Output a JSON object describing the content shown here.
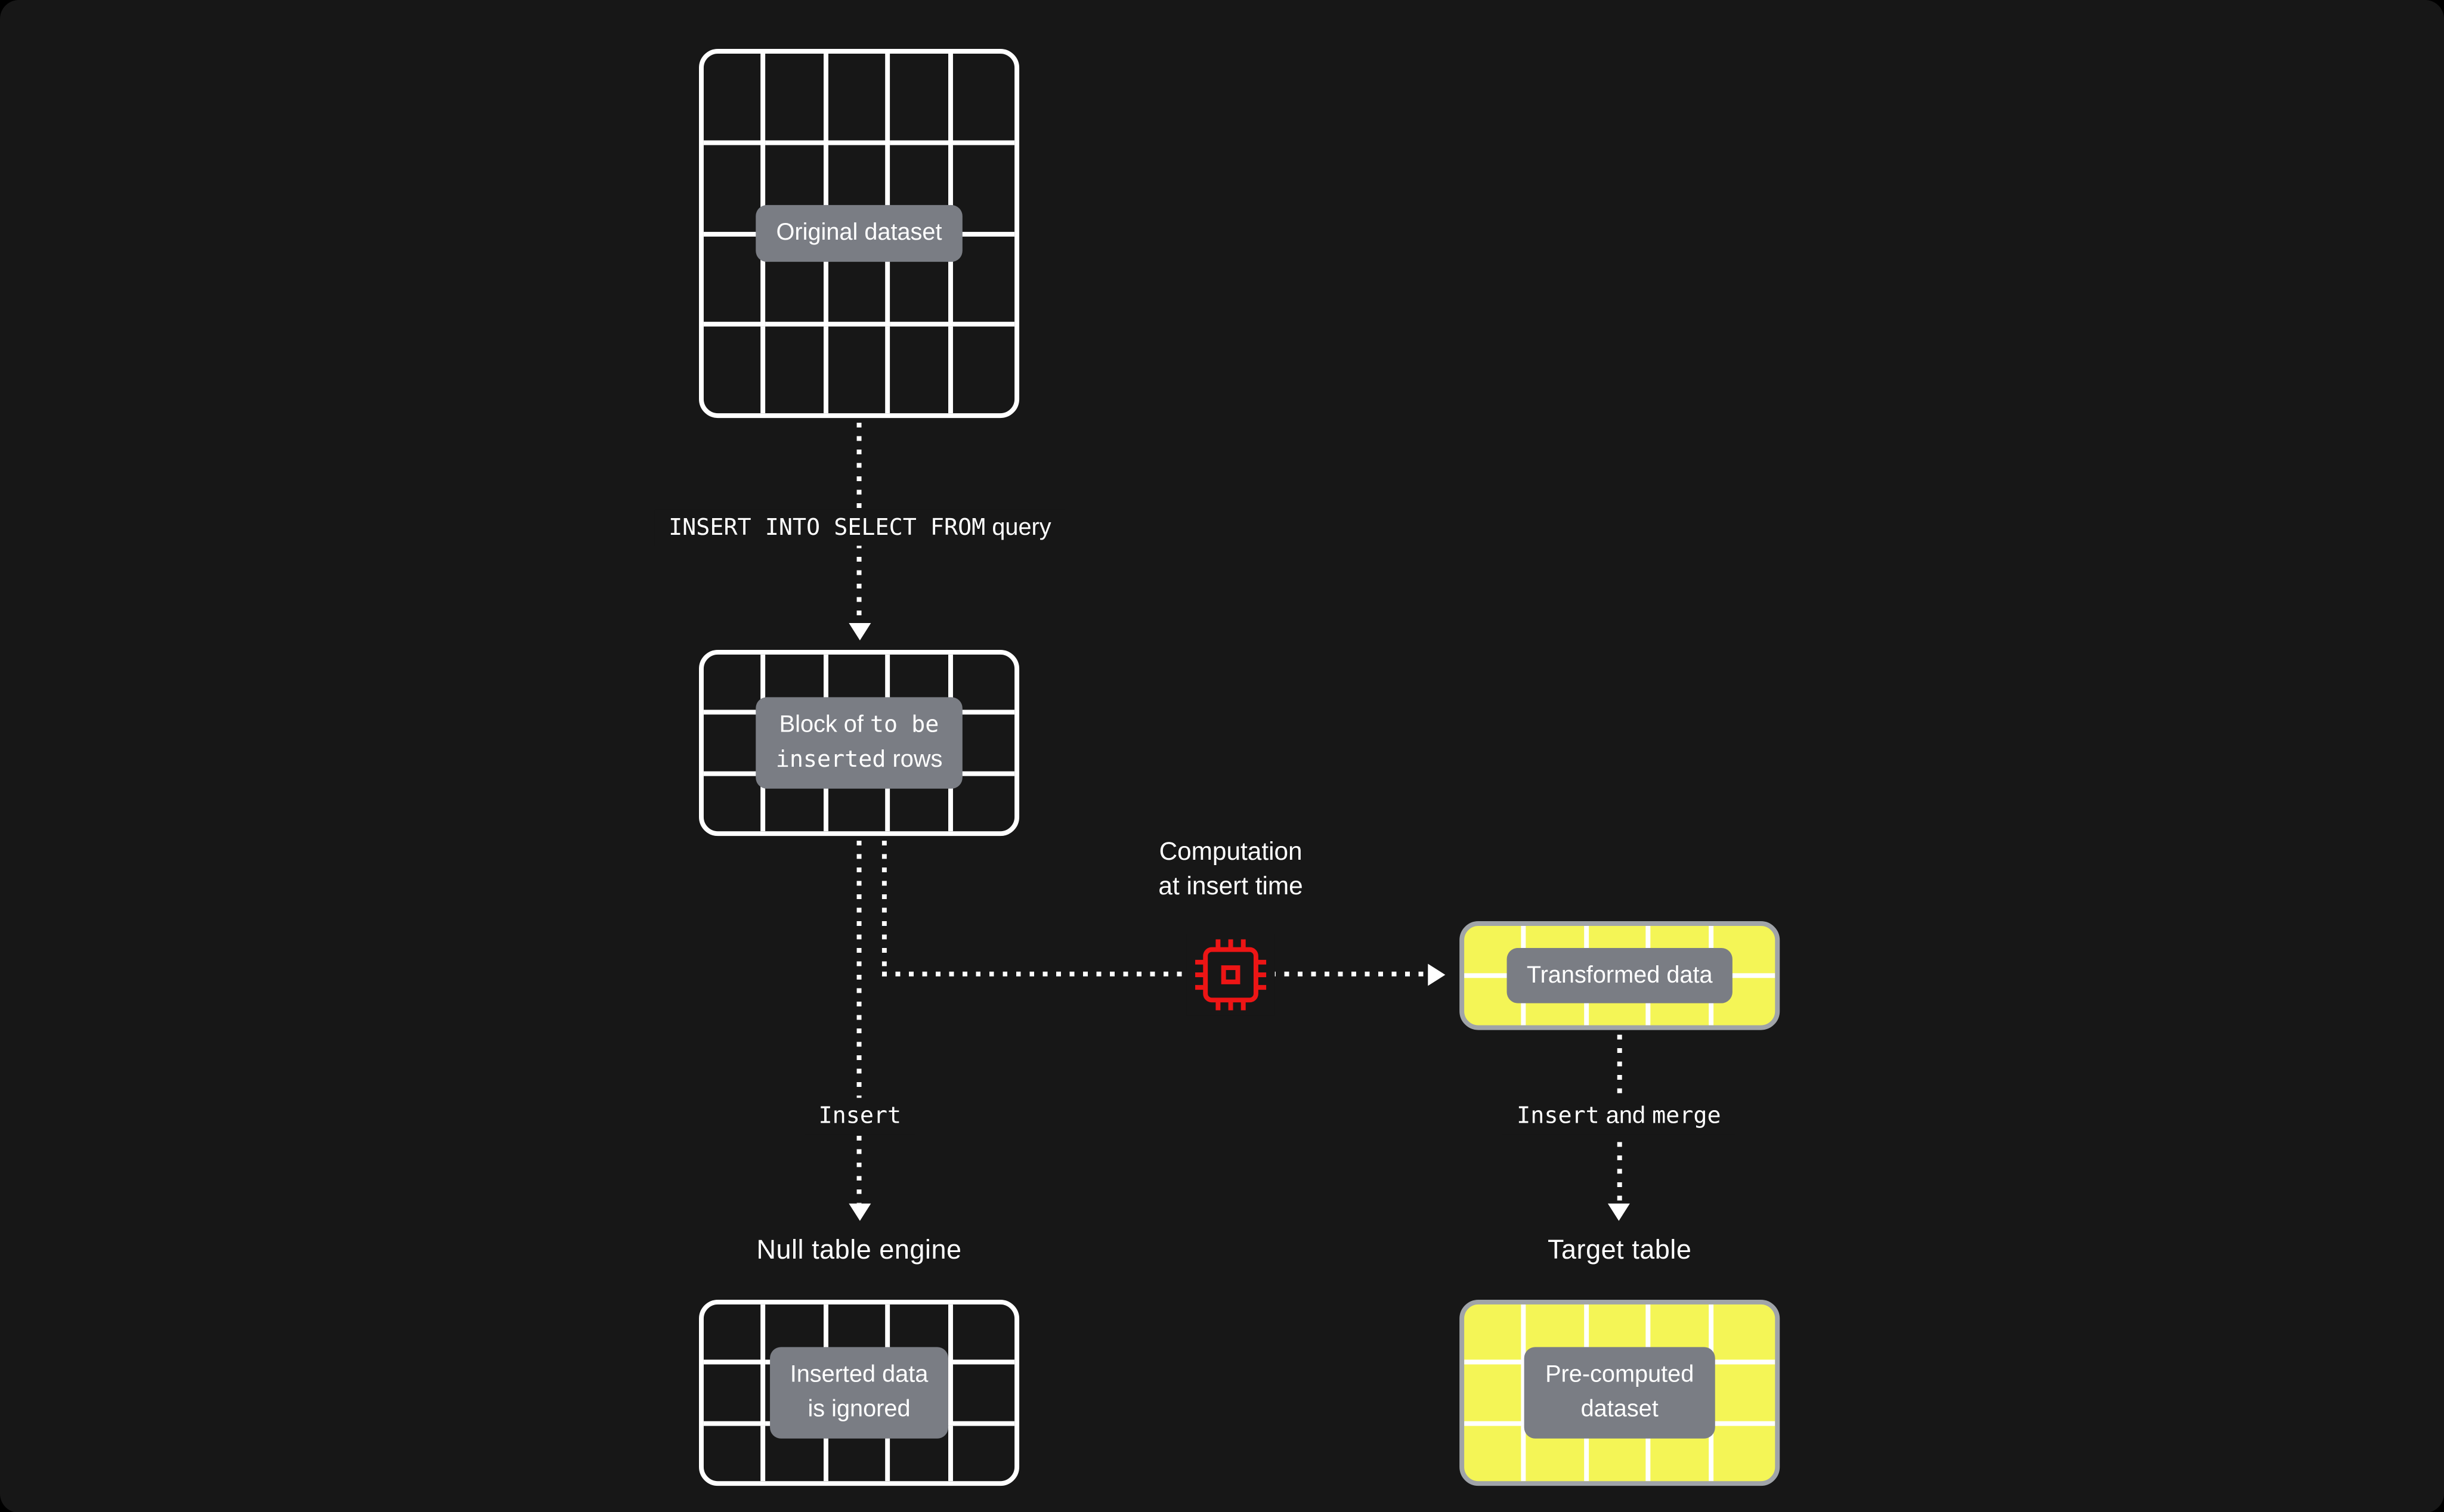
{
  "diagram": {
    "colors": {
      "canvas_bg": "#171717",
      "line": "#ffffff",
      "table_yellow": "#f4f556",
      "yellow_border": "#a0a4a8",
      "label_gray": "#7a7d84",
      "chip_red": "#ed1515"
    },
    "nodes": {
      "original": {
        "grid": {
          "rows": 4,
          "cols": 5
        },
        "label": "Original dataset"
      },
      "block": {
        "grid": {
          "rows": 3,
          "cols": 5
        },
        "label_line1_sans": "Block of ",
        "label_line1_mono": "to be",
        "label_line2_mono": "inserted",
        "label_line2_sans": " rows"
      },
      "transformed": {
        "grid": {
          "rows": 2,
          "cols": 5
        },
        "label": "Transformed data"
      },
      "null_table": {
        "heading": "Null table engine",
        "grid": {
          "rows": 3,
          "cols": 5
        },
        "label_line1": "Inserted data",
        "label_line2": "is ignored"
      },
      "target": {
        "heading": "Target table",
        "grid": {
          "rows": 3,
          "cols": 5
        },
        "label_line1": "Pre-computed",
        "label_line2": "dataset"
      }
    },
    "edges": {
      "insert_select": {
        "mono": "INSERT INTO SELECT FROM",
        "sans": " query"
      },
      "insert": {
        "mono": "Insert"
      },
      "insert_merge": {
        "mono_a": "Insert",
        "sans": " and ",
        "mono_b": "merge"
      },
      "computation": {
        "line1": "Computation",
        "line2": "at insert time"
      }
    }
  }
}
